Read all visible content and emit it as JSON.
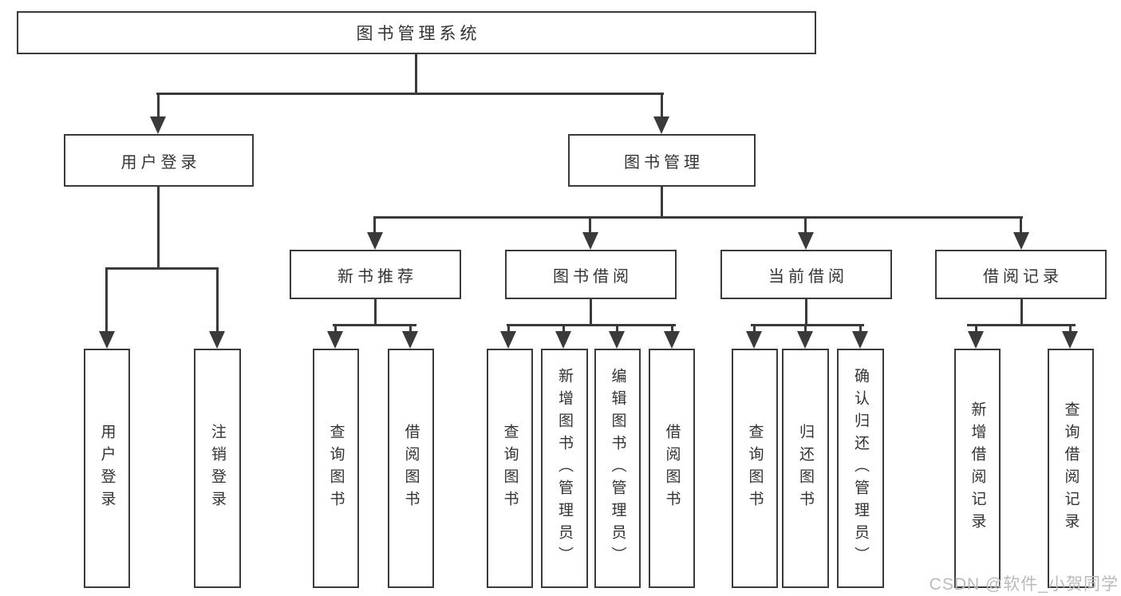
{
  "diagram": {
    "root": "图书管理系统",
    "branches": [
      {
        "label": "用户登录",
        "children": [
          {
            "label": "用户登录"
          },
          {
            "label": "注销登录"
          }
        ]
      },
      {
        "label": "图书管理",
        "children": [
          {
            "label": "新书推荐",
            "children": [
              {
                "label": "查询图书"
              },
              {
                "label": "借阅图书"
              }
            ]
          },
          {
            "label": "图书借阅",
            "children": [
              {
                "label": "查询图书"
              },
              {
                "label": "新增图书（管理员）"
              },
              {
                "label": "编辑图书（管理员）"
              },
              {
                "label": "借阅图书"
              }
            ]
          },
          {
            "label": "当前借阅",
            "children": [
              {
                "label": "查询图书"
              },
              {
                "label": "归还图书"
              },
              {
                "label": "确认归还（管理员）"
              }
            ]
          },
          {
            "label": "借阅记录",
            "children": [
              {
                "label": "新增借阅记录"
              },
              {
                "label": "查询借阅记录"
              }
            ]
          }
        ]
      }
    ],
    "watermark": "CSDN @软件_小贺同学"
  },
  "colors": {
    "line": "#3a3a3a",
    "text": "#333333",
    "watermark": "#b9babd",
    "background": "#ffffff"
  }
}
